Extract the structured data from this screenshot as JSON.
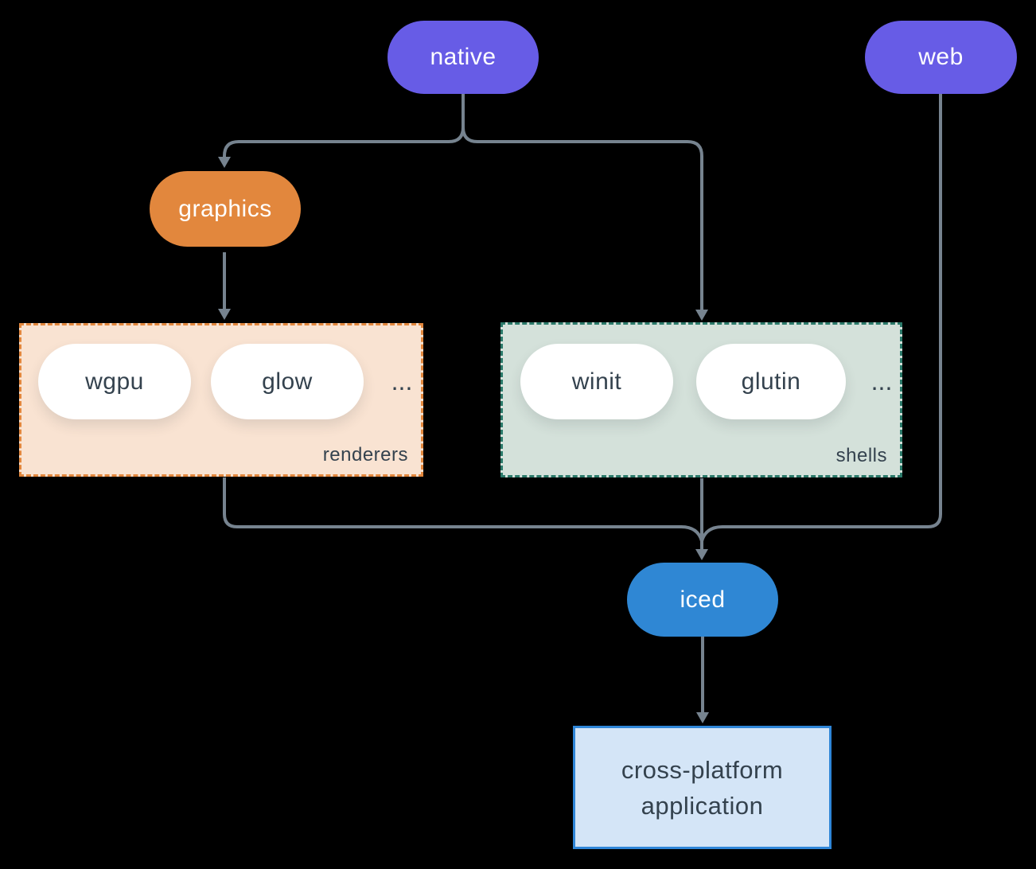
{
  "diagram": {
    "background_color": "#000000",
    "line_color": "#76838f",
    "text_dark_color": "#34424e",
    "nodes": {
      "native": {
        "label": "native",
        "color": "#675ce6"
      },
      "web": {
        "label": "web",
        "color": "#675ce6"
      },
      "graphics": {
        "label": "graphics",
        "color": "#e2873d"
      },
      "iced": {
        "label": "iced",
        "color": "#2f87d4"
      },
      "application": {
        "label_line1": "cross-platform",
        "label_line2": "application",
        "fill": "#d4e5f7",
        "border": "#2f86d8"
      }
    },
    "groups": {
      "renderers": {
        "label": "renderers",
        "fill": "#f9e3d2",
        "border": "#e2873d",
        "items": [
          "wgpu",
          "glow"
        ],
        "ellipsis": "..."
      },
      "shells": {
        "label": "shells",
        "fill": "#d4e1da",
        "border": "#2b7a6a",
        "items": [
          "winit",
          "glutin"
        ],
        "ellipsis": "..."
      }
    },
    "edges": [
      "native -> graphics",
      "native -> shells",
      "graphics -> renderers",
      "renderers -> iced",
      "shells -> iced",
      "web -> iced",
      "iced -> application"
    ]
  }
}
